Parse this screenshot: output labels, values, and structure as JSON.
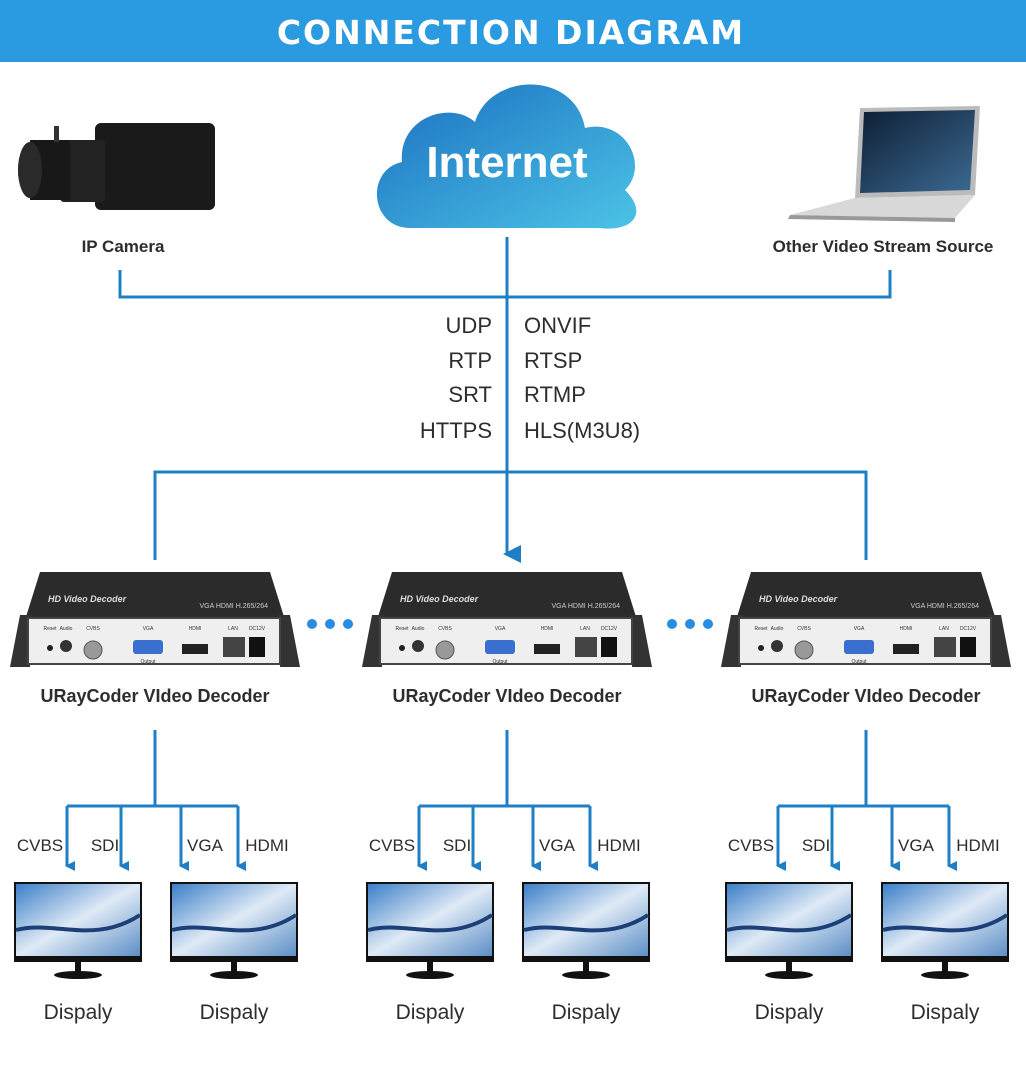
{
  "header": {
    "title": "CONNECTION DIAGRAM",
    "color": "#2a9be0"
  },
  "cloud": {
    "label": "Internet"
  },
  "sources": [
    {
      "label": "IP Camera",
      "icon": "ip-camera-icon"
    },
    {
      "label": "Other Video Stream Source",
      "icon": "laptop-icon"
    }
  ],
  "protocols": {
    "left": [
      "UDP",
      "RTP",
      "SRT",
      "HTTPS"
    ],
    "right": [
      "ONVIF",
      "RTSP",
      "RTMP",
      "HLS(M3U8)"
    ]
  },
  "device_print": {
    "name": "HD Video Decoder",
    "spec": "VGA HDMI H.265/264",
    "ports": [
      "Reset",
      "Audio",
      "CVBS",
      "VGA",
      "HDMI",
      "LAN",
      "DC12V"
    ],
    "output": "Output"
  },
  "decoders": [
    {
      "label": "URayCoder VIdeo Decoder"
    },
    {
      "label": "URayCoder VIdeo Decoder"
    },
    {
      "label": "URayCoder VIdeo Decoder"
    }
  ],
  "outputs": [
    "CVBS",
    "SDI",
    "VGA",
    "HDMI"
  ],
  "display_label": "Dispaly",
  "line_color": "#1f7fc4"
}
